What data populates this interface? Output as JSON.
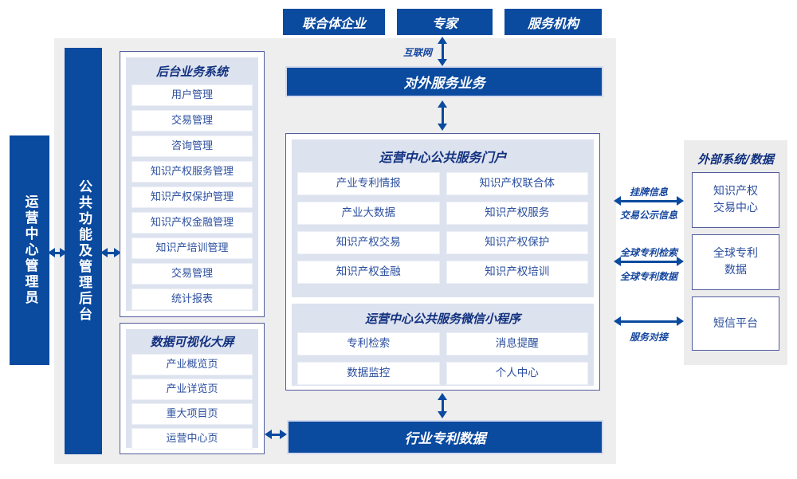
{
  "actors": [
    "联合体企业",
    "专家",
    "服务机构"
  ],
  "internet_label": "互联网",
  "bars": {
    "external_service": "对外服务业务",
    "industry_patent_data": "行业专利数据"
  },
  "left": {
    "admin": "运营中心管理员",
    "backend": "公共功能及管理后台"
  },
  "backend_system": {
    "title": "后台业务系统",
    "items": [
      "用户管理",
      "交易管理",
      "咨询管理",
      "知识产权服务管理",
      "知识产权保护管理",
      "知识产权金融管理",
      "知识产培训管理",
      "交易管理",
      "统计报表"
    ]
  },
  "dashboard": {
    "title": "数据可视化大屏",
    "items": [
      "产业概览页",
      "产业详览页",
      "重大项目页",
      "运营中心页"
    ]
  },
  "portal": {
    "title": "运营中心公共服务门户",
    "left_items": [
      "产业专利情报",
      "产业大数据",
      "知识产权交易",
      "知识产权金融"
    ],
    "right_items": [
      "知识产权联合体",
      "知识产权服务",
      "知识产权保护",
      "知识产权培训"
    ]
  },
  "miniprogram": {
    "title": "运营中心公共服务微信小程序",
    "left_items": [
      "专利检索",
      "数据监控"
    ],
    "right_items": [
      "消息提醒",
      "个人中心"
    ]
  },
  "external": {
    "title": "外部系统/数据",
    "systems": [
      "知识产权交易中心",
      "全球专利数据",
      "短信平台"
    ]
  },
  "links": [
    {
      "top": "挂牌信息",
      "bottom": "交易公示信息"
    },
    {
      "top": "全球专利检索",
      "bottom": "全球专利数据"
    },
    {
      "top": "",
      "bottom": "服务对接"
    }
  ],
  "colors": {
    "primary_blue": "#0a4a9f",
    "navy_title": "#11317f",
    "item_text": "#2b4f9f",
    "panel_lavender": "#dde2ef",
    "canvas_grey": "#eeeeee"
  }
}
